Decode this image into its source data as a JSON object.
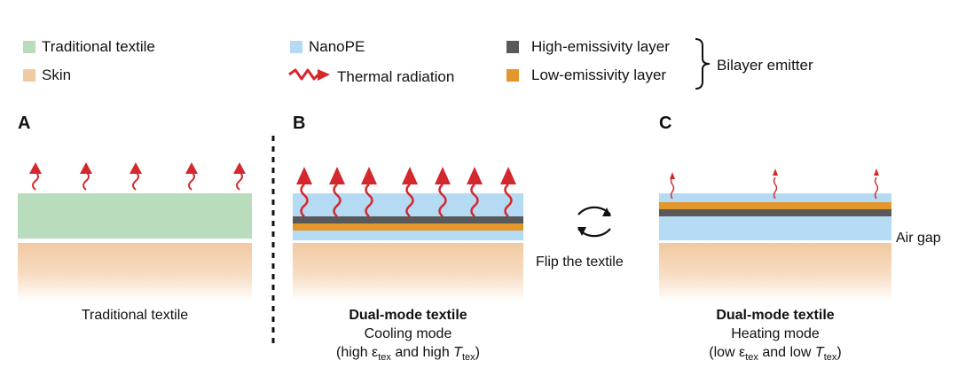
{
  "legend": {
    "traditional_textile": "Traditional textile",
    "skin": "Skin",
    "nanope": "NanoPE",
    "thermal_radiation": "Thermal radiation",
    "high_emissivity": "High-emissivity layer",
    "low_emissivity": "Low-emissivity layer",
    "bilayer_emitter": "Bilayer emitter"
  },
  "panels": {
    "a": {
      "letter": "A",
      "caption": "Traditional textile"
    },
    "b": {
      "letter": "B",
      "title": "Dual-mode textile",
      "mode": "Cooling mode",
      "cond_open": "(high ε",
      "cond_sub": "tex",
      "cond_mid": " and high ",
      "cond_T": "T",
      "cond_sub2": "tex",
      "cond_close": ")"
    },
    "c": {
      "letter": "C",
      "title": "Dual-mode textile",
      "mode": "Heating mode",
      "cond_open": "(low ε",
      "cond_sub": "tex",
      "cond_mid": " and low ",
      "cond_T": "T",
      "cond_sub2": "tex",
      "cond_close": ")"
    }
  },
  "flip_label": "Flip the textile",
  "air_gap_label": "Air gap",
  "colors": {
    "traditional_textile": "#b9dcbc",
    "skin": "#f1c9a2",
    "nanope": "#b5dbf4",
    "high_emissivity": "#595959",
    "low_emissivity": "#e2962c",
    "thermal_radiation": "#d3282d"
  }
}
